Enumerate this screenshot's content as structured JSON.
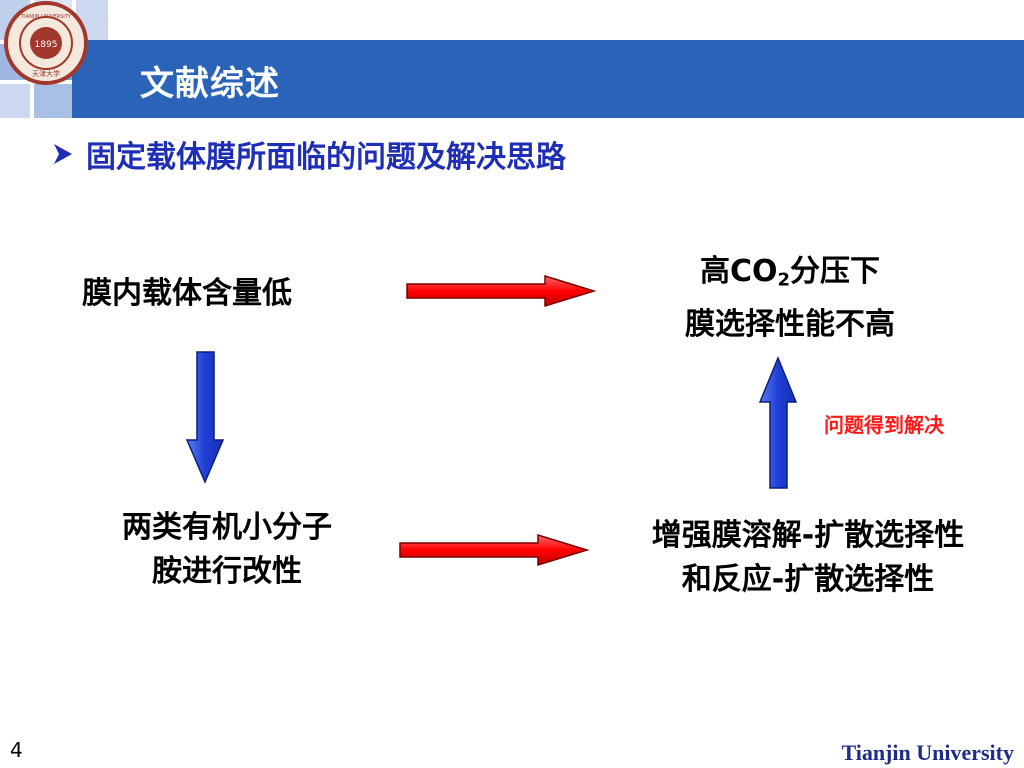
{
  "header": {
    "title": "文献综述",
    "logo_text": "TIANJIN UNIVERSITY (PEIYANG UNIVERSITY) 1895 天津大学"
  },
  "subtitle": "固定载体膜所面临的问题及解决思路",
  "nodes": {
    "low_carrier": "膜内载体含量低",
    "high_co2_prefix": "高CO",
    "high_co2_sub": "2",
    "high_co2_suffix": "分压下",
    "low_selectivity": "膜选择性能不高",
    "amine_line1": "两类有机小分子",
    "amine_line2": "胺进行改性",
    "enhance_line1": "增强膜溶解-扩散选择性",
    "enhance_line2": "和反应-扩散选择性"
  },
  "note": "问题得到解决",
  "footer": {
    "page_number": "4",
    "brand": "Tianjin University"
  },
  "colors": {
    "header_blue": "#2b63b8",
    "subtitle_blue": "#1f2fb5",
    "arrow_red": "#ff0000",
    "arrow_blue": "#1f3fd6",
    "note_red": "#ff1a1a"
  },
  "icons": {
    "bullet": "arrow-right-icon",
    "logo": "university-seal-icon"
  }
}
